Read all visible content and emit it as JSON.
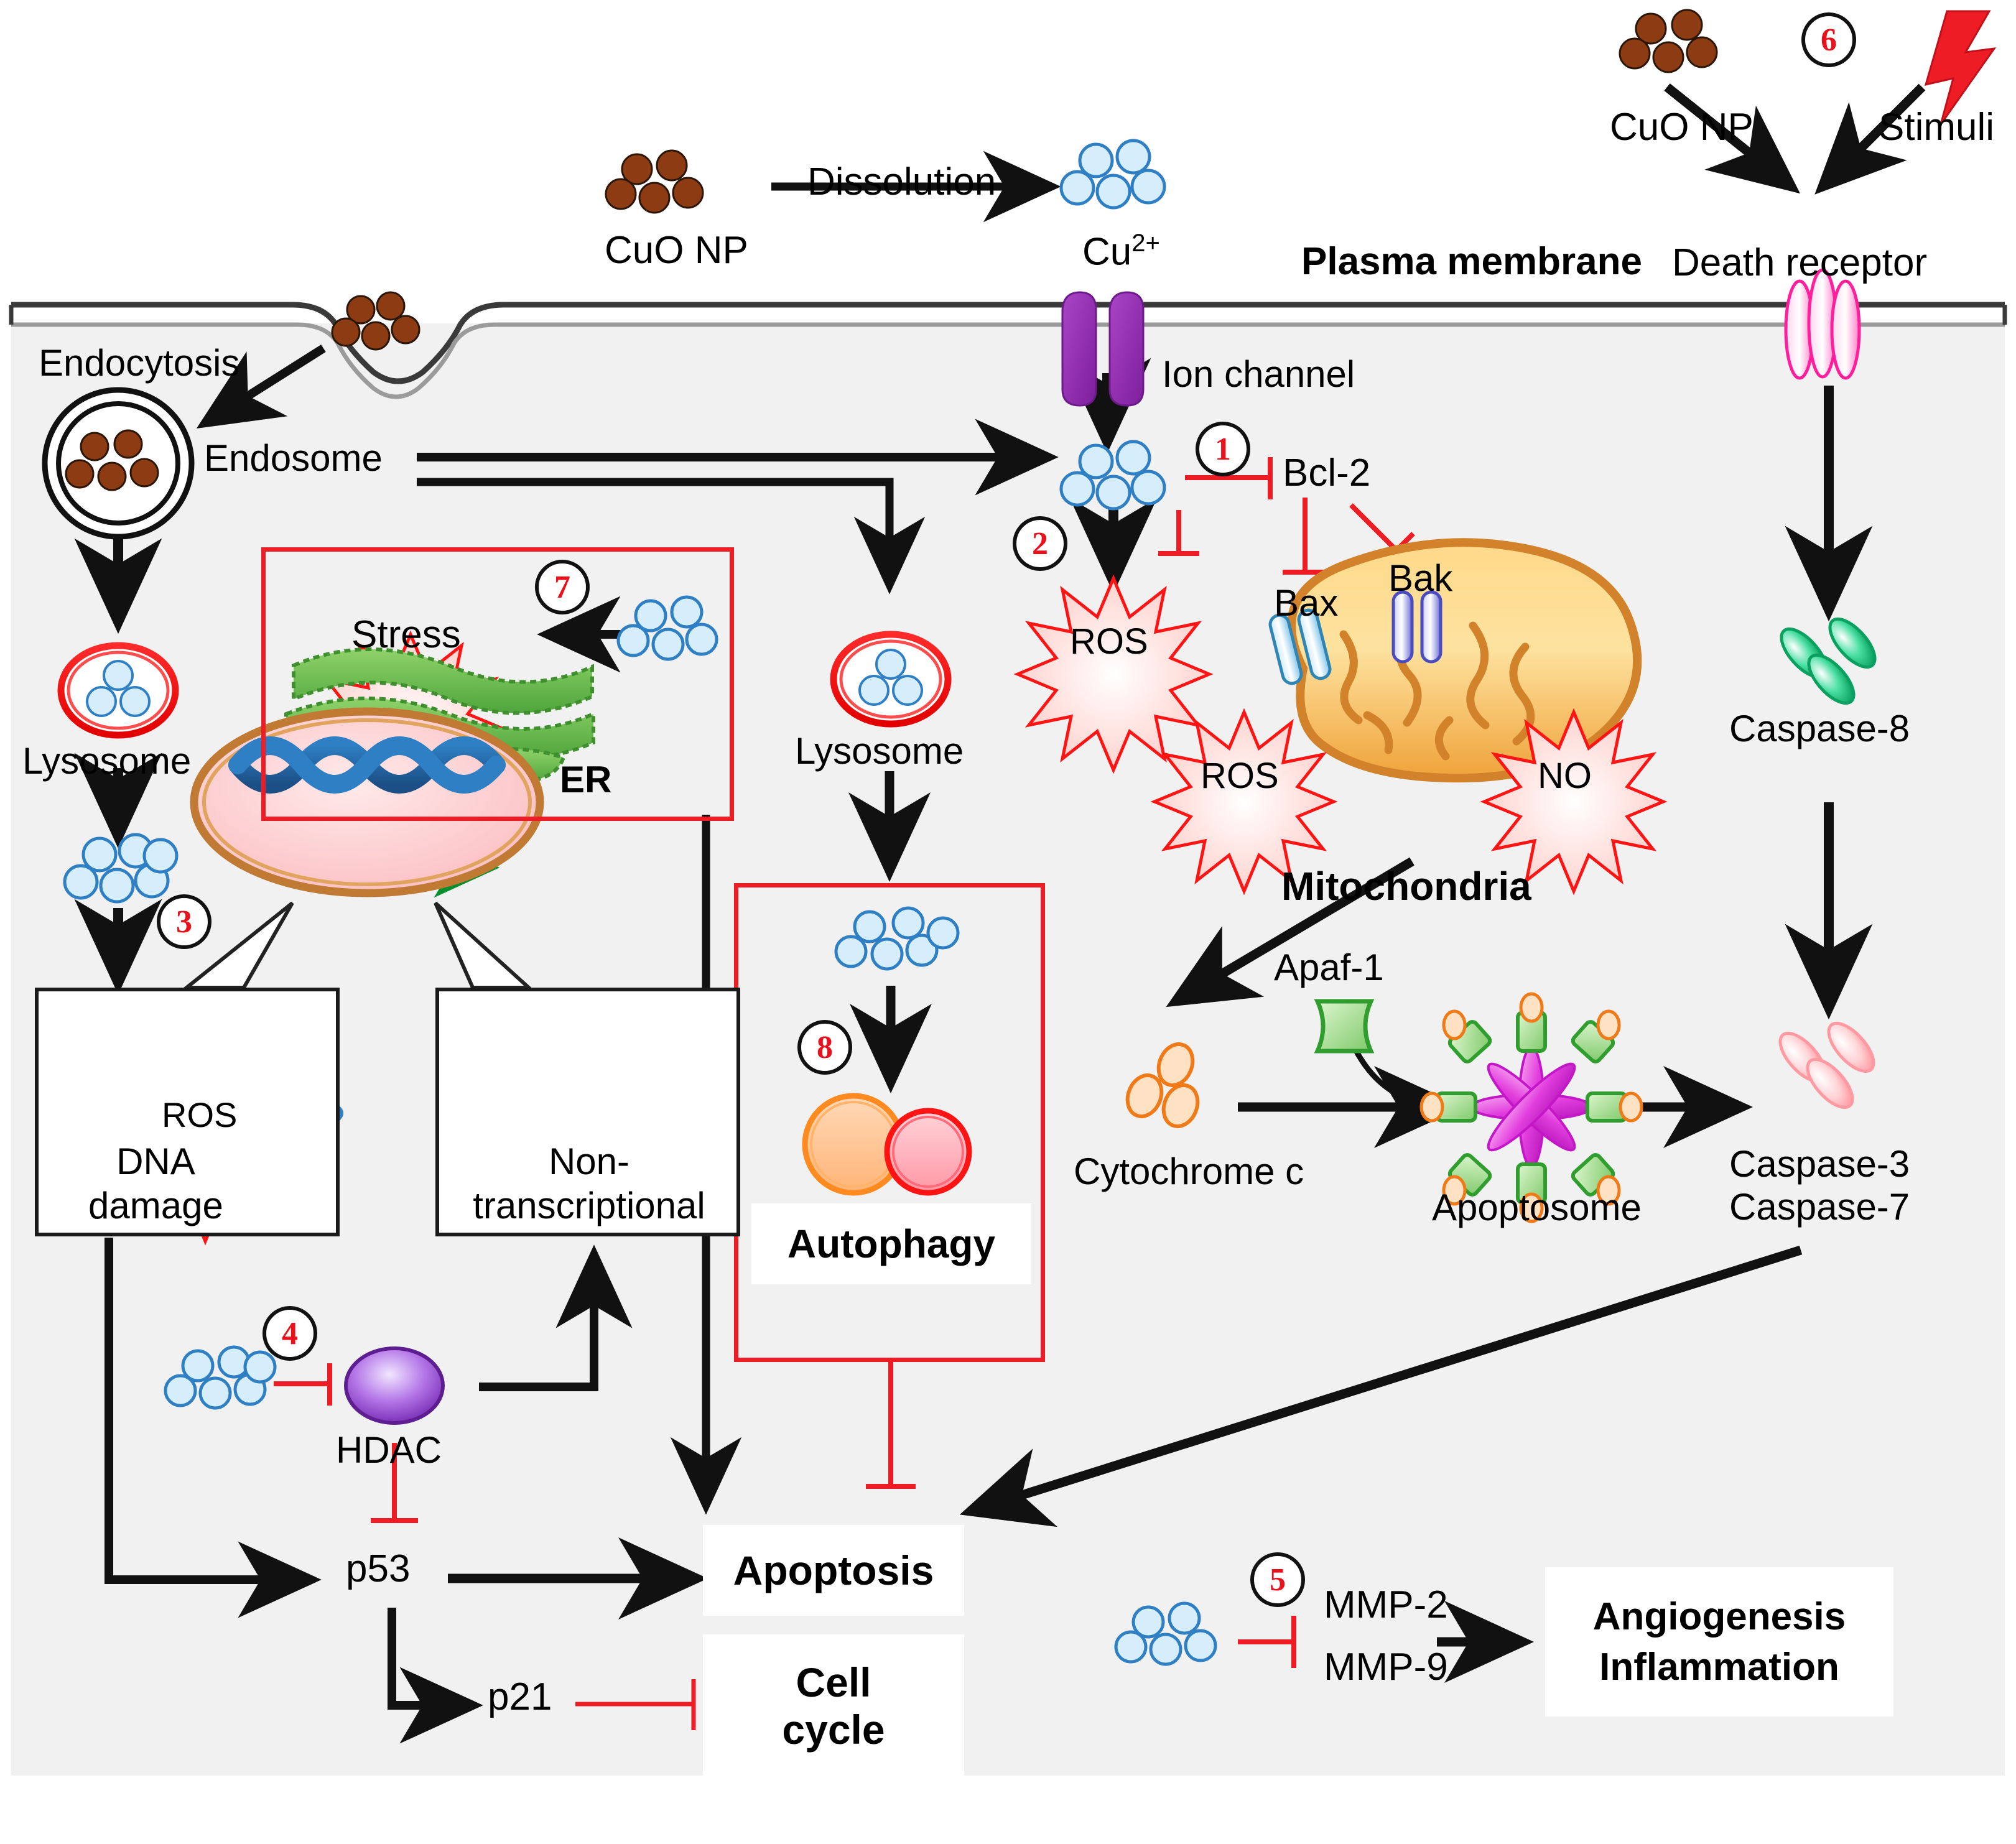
{
  "figure": {
    "type": "diagram",
    "subject": "CuO nanoparticle induced cytotoxicity signalling pathways",
    "background_color": "#ffffff",
    "cytosol_color": "#f1f1f1",
    "accent_red": "#ee1c25",
    "accent_black": "#111111"
  },
  "membrane": {
    "label": "Plasma membrane"
  },
  "top": {
    "cuo_np_label": "CuO NP",
    "dissolution_label": "Dissolution",
    "cu_ion_label": "Cu2+",
    "cu_ion_base": "Cu",
    "cu_ion_sup": "2+",
    "ion_channel_label": "Ion channel",
    "cuo_np_right_label": "CuO NP",
    "stimuli_label": "Stimuli",
    "death_receptor_label": "Death receptor"
  },
  "left_branch": {
    "endocytosis_label": "Endocytosis",
    "endosome_label": "Endosome",
    "lysosome_label": "Lysosome"
  },
  "er_box": {
    "stress_label": "Stress",
    "er_label": "ER",
    "marker": "7"
  },
  "nucleus_boxes": {
    "dna_damage_label_line1": "DNA",
    "dna_damage_label_line2": "damage",
    "ros_label": "ROS",
    "nontranscriptional_line1": "Non-",
    "nontranscriptional_line2": "transcriptional"
  },
  "middle_branch": {
    "lysosome_label": "Lysosome",
    "autophagy_label": "Autophagy",
    "marker": "8"
  },
  "mito_branch": {
    "bcl2_label": "Bcl-2",
    "bax_label": "Bax",
    "bak_label": "Bak",
    "ros_label_1": "ROS",
    "ros_label_2": "ROS",
    "no_label": "NO",
    "mitochondria_label": "Mitochondria",
    "cytochrome_c_label": "Cytochrome c",
    "apaf1_label": "Apaf-1",
    "apoptosome_label": "Apoptosome",
    "marker_1": "1",
    "marker_2": "2"
  },
  "right_branch": {
    "caspase8_label": "Caspase-8",
    "caspase3_label": "Caspase-3",
    "caspase7_label": "Caspase-7",
    "marker_6": "6"
  },
  "hdac_branch": {
    "hdac_label": "HDAC",
    "p53_label": "p53",
    "p21_label": "p21",
    "marker": "4"
  },
  "outcomes": {
    "apoptosis_label": "Apoptosis",
    "cell_cycle_line1": "Cell",
    "cell_cycle_line2": "cycle",
    "mmp2_label": "MMP-2",
    "mmp9_label": "MMP-9",
    "angiogenesis_label": "Angiogenesis",
    "inflammation_label": "Inflammation",
    "marker_5": "5"
  },
  "markers": [
    "1",
    "2",
    "3",
    "4",
    "5",
    "6",
    "7",
    "8"
  ],
  "marker_3": "3"
}
